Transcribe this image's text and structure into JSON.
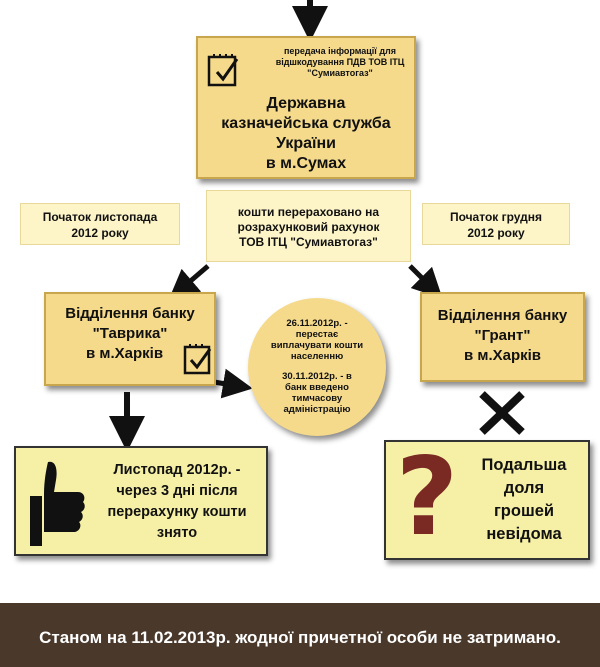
{
  "treasury": {
    "note": "передача інформації для відшкодування ПДВ ТОВ ІТЦ \"Сумиавтогаз\"",
    "title_line1": "Державна",
    "title_line2": "казначейська служба",
    "title_line3": "України",
    "title_line4": "в м.Сумах"
  },
  "transfer_box": {
    "line1": "кошти перераховано на",
    "line2": "розрахунковий рахунок",
    "line3": "ТОВ ІТЦ \"Сумиавтогаз\""
  },
  "left_date": {
    "line1": "Початок листопада",
    "line2": "2012 року"
  },
  "right_date": {
    "line1": "Початок грудня",
    "line2": "2012 року"
  },
  "bank_tavryka": {
    "line1": "Відділення банку",
    "line2": "\"Таврика\"",
    "line3": "в м.Харків"
  },
  "bank_grant": {
    "line1": "Відділення банку",
    "line2": "\"Грант\"",
    "line3": "в м.Харків"
  },
  "circle": {
    "event1_line1": "26.11.2012р. -",
    "event1_line2": "перестає",
    "event1_line3": "виплачувати кошти",
    "event1_line4": "населенню",
    "event2_line1": "30.11.2012р. - в",
    "event2_line2": "банк введено",
    "event2_line3": "тимчасову",
    "event2_line4": "адміністрацію"
  },
  "result_left": {
    "line1": "Листопад 2012р. -",
    "line2": "через 3 дні після",
    "line3": "перерахунку кошти",
    "line4": "знято"
  },
  "result_right": {
    "line1": "Подальша",
    "line2": "доля",
    "line3": "грошей",
    "line4": "невідома"
  },
  "footer": {
    "text": "Станом на 11.02.2013р. жодної причетної особи не затримано."
  },
  "icons": {
    "checklist": "checklist-icon",
    "thumbs_up": "thumbs-up-icon",
    "question": "question-mark-icon",
    "cross": "cross-icon"
  },
  "colors": {
    "gold": "#f5da8c",
    "pale": "#fdf5c8",
    "result": "#f6f0a6",
    "footer": "#4a382b",
    "question": "#7a2a23"
  }
}
